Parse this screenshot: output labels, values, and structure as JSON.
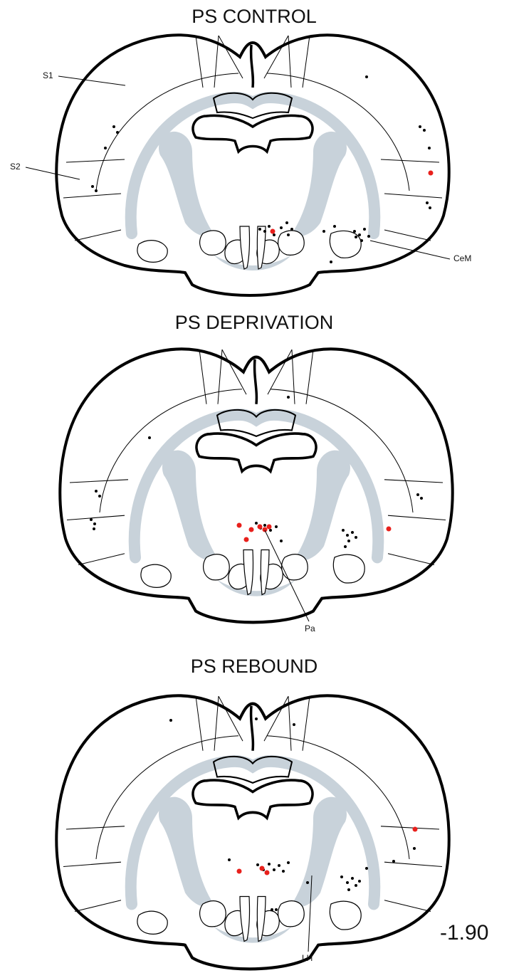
{
  "figure": {
    "coordinate": "-1.90",
    "panels": [
      {
        "title": "PS CONTROL",
        "labels": {
          "s1": "S1",
          "s2": "S2",
          "cem": "CeM"
        }
      },
      {
        "title": "PS DEPRIVATION",
        "labels": {
          "pa": "Pa"
        }
      },
      {
        "title": "PS REBOUND",
        "labels": {
          "lh": "LH"
        }
      }
    ],
    "colors": {
      "white_matter": "#c8d2da",
      "marker_black": "#000000",
      "marker_red": "#e8201c"
    }
  }
}
